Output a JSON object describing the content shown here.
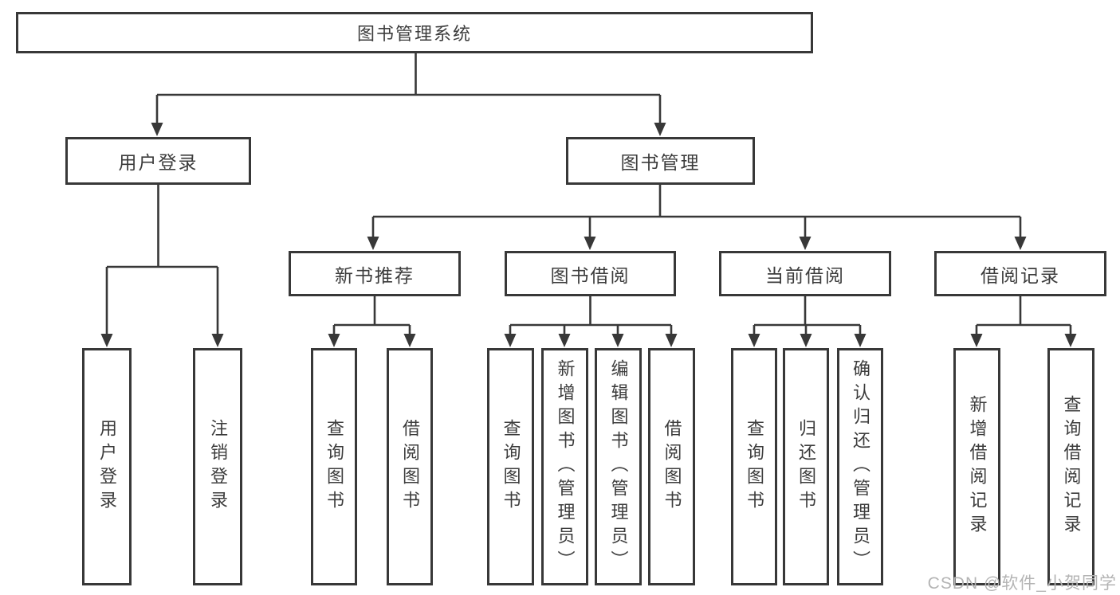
{
  "tree": {
    "root": {
      "label": "图书管理系统",
      "children": [
        {
          "label": "用户登录",
          "children": [
            {
              "label": "用户登录"
            },
            {
              "label": "注销登录"
            }
          ]
        },
        {
          "label": "图书管理",
          "children": [
            {
              "label": "新书推荐",
              "children": [
                {
                  "label": "查询图书"
                },
                {
                  "label": "借阅图书"
                }
              ]
            },
            {
              "label": "图书借阅",
              "children": [
                {
                  "label": "查询图书"
                },
                {
                  "label": "新增图书（管理员）"
                },
                {
                  "label": "编辑图书（管理员）"
                },
                {
                  "label": "借阅图书"
                }
              ]
            },
            {
              "label": "当前借阅",
              "children": [
                {
                  "label": "查询图书"
                },
                {
                  "label": "归还图书"
                },
                {
                  "label": "确认归还（管理员）"
                }
              ]
            },
            {
              "label": "借阅记录",
              "children": [
                {
                  "label": "新增借阅记录"
                },
                {
                  "label": "查询借阅记录"
                }
              ]
            }
          ]
        }
      ]
    }
  },
  "watermark": "CSDN @软件_小贺同学",
  "colors": {
    "line": "#383838",
    "text": "#3c3c3c",
    "watermark": "#b4b4b4",
    "background": "#ffffff"
  }
}
